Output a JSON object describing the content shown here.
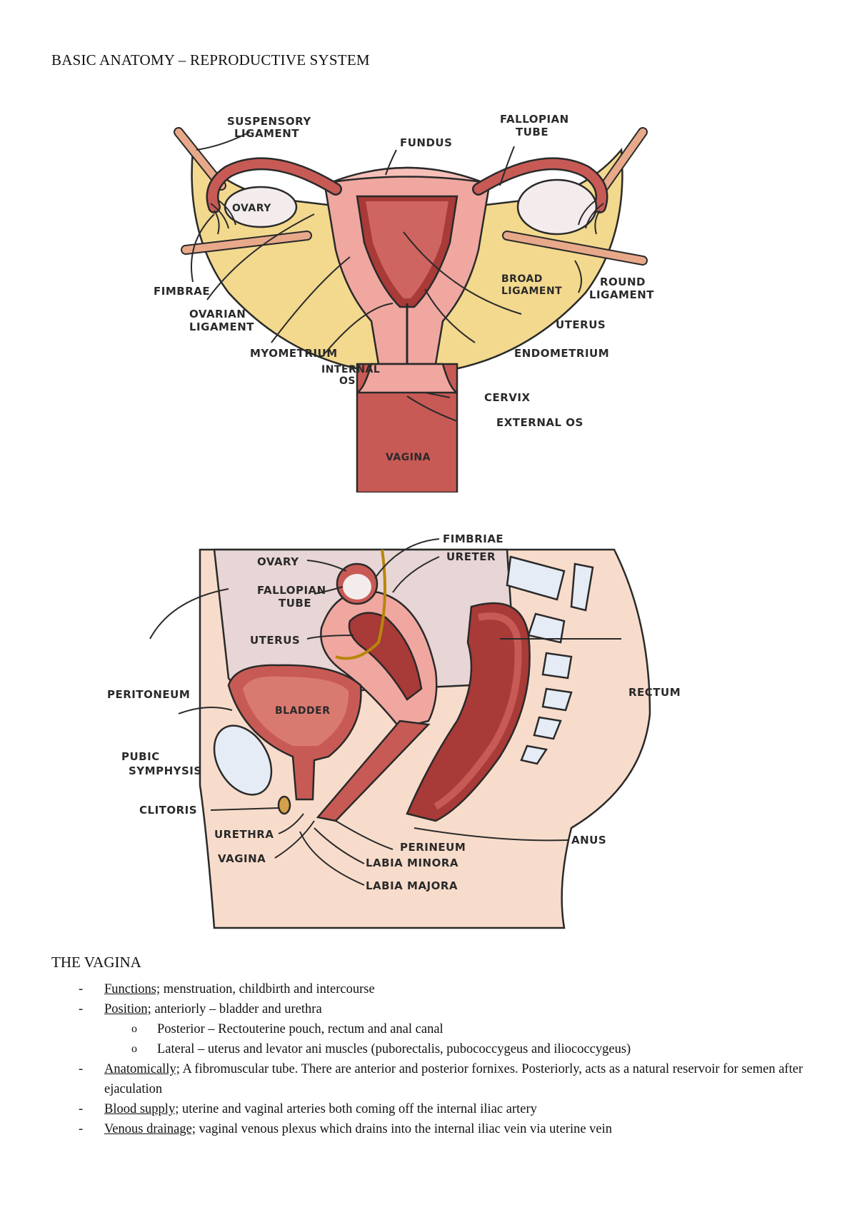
{
  "page": {
    "title": "BASIC ANATOMY – REPRODUCTIVE SYSTEM"
  },
  "figure_uterus": {
    "labels": {
      "suspensory_1": "SUSPENSORY",
      "suspensory_2": "LIGAMENT",
      "fallopian_1": "FALLOPIAN",
      "fallopian_2": "TUBE",
      "fundus": "FUNDUS",
      "ovary": "OVARY",
      "fimbrae": "FIMBRAE",
      "ovarian_1": "OVARIAN",
      "ovarian_2": "LIGAMENT",
      "broad_1": "BROAD",
      "broad_2": "LIGAMENT",
      "round_1": "ROUND",
      "round_2": "LIGAMENT",
      "uterus": "UTERUS",
      "endometrium": "ENDOMETRIUM",
      "myometrium": "MYOMETRIUM",
      "internal_os_1": "INTERNAL",
      "internal_os_2": "OS",
      "cervix": "CERVIX",
      "external_os": "EXTERNAL OS",
      "vagina": "VAGINA"
    }
  },
  "figure_sagittal": {
    "labels": {
      "fimbriae": "FIMBRIAE",
      "ureter": "URETER",
      "ovary": "OVARY",
      "fallopian_1": "FALLOPIAN",
      "fallopian_2": "TUBE",
      "uterus": "UTERUS",
      "peritoneum": "PERITONEUM",
      "rectum": "RECTUM",
      "bladder": "BLADDER",
      "pubic_1": "PUBIC",
      "pubic_2": "SYMPHYSIS",
      "clitoris": "CLITORIS",
      "urethra": "URETHRA",
      "vagina": "VAGINA",
      "perineum": "PERINEUM",
      "labia_minora": "LABIA MINORA",
      "labia_majora": "LABIA MAJORA",
      "anus": "ANUS"
    }
  },
  "vagina_section": {
    "title": "THE VAGINA",
    "items": [
      {
        "term": "Functions;",
        "text": " menstruation, childbirth and intercourse"
      },
      {
        "term": "Position;",
        "text": " anteriorly – bladder and urethra"
      },
      {
        "text": "Posterior – Rectouterine pouch, rectum and anal canal"
      },
      {
        "text": "Lateral – uterus and levator ani muscles (puborectalis, pubococcygeus and iliococcygeus)"
      },
      {
        "term": "Anatomically;",
        "text": " A fibromuscular tube. There are anterior and posterior fornixes. Posteriorly, acts as a natural reservoir for semen after ejaculation"
      },
      {
        "term": "Blood supply;",
        "text": " uterine and vaginal arteries both coming off the internal iliac artery"
      },
      {
        "term": "Venous drainage;",
        "text": " vaginal venous plexus which drains into the internal iliac vein via uterine vein"
      }
    ]
  },
  "colors": {
    "broad_ligament": "#f3d98e",
    "uterus_wall": "#f0a7a0",
    "uterine_tube": "#c85a55",
    "endometrium": "#a83a38",
    "ovary": "#f4ecec",
    "ligament_cord": "#e8a98a",
    "peritoneum": "#e8d5d5",
    "skin": "#f8dccb",
    "bone": "#e6ecf5"
  }
}
